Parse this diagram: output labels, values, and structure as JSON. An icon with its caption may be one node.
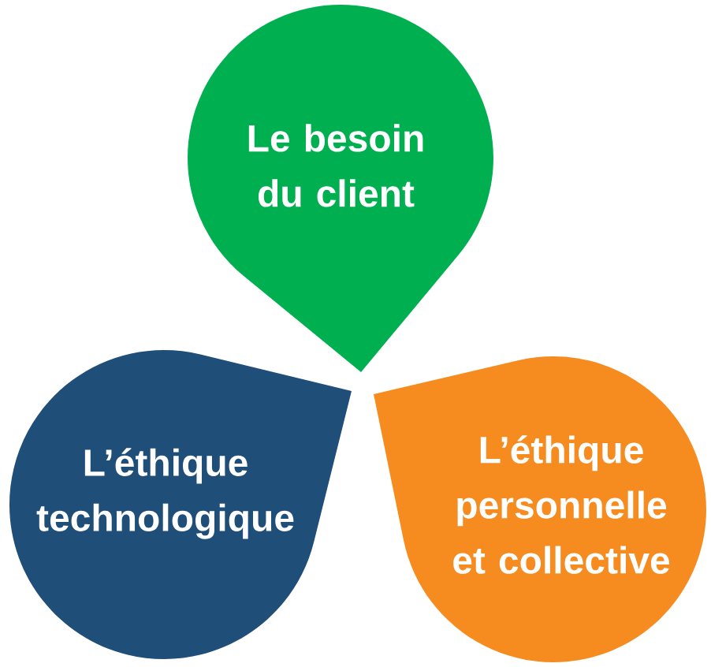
{
  "diagram": {
    "nodes": [
      {
        "text": [
          "Le besoin du client"
        ]
      },
      {
        "text": [
          "L’éthique technologique"
        ]
      },
      {
        "text": [
          "L’éthique personnelle et collective"
        ]
      }
    ]
  }
}
